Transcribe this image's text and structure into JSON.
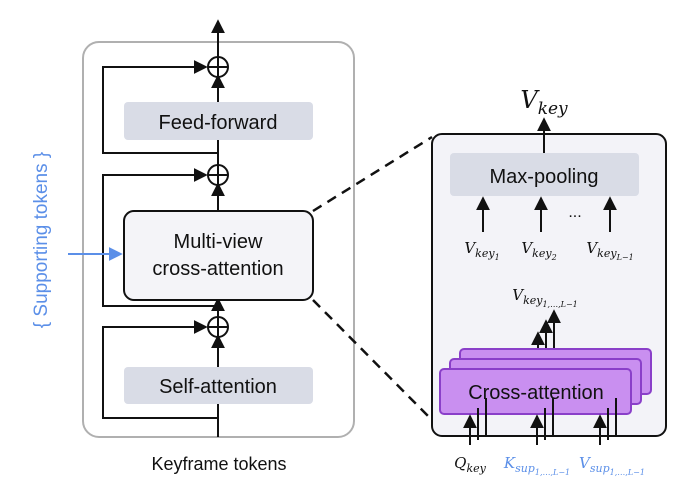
{
  "blocks": {
    "feed_forward": "Feed-forward",
    "multi_view_line1": "Multi-view",
    "multi_view_line2": "cross-attention",
    "self_attention": "Self-attention",
    "max_pooling": "Max-pooling",
    "cross_attention": "Cross-attention"
  },
  "labels": {
    "supporting_tokens": "{ Supporting tokens }",
    "keyframe_tokens": "Keyframe tokens",
    "ellipsis": "..."
  },
  "math": {
    "v_key": {
      "base": "V",
      "sub": "key"
    },
    "v_key_1": {
      "base": "V",
      "sub": "key",
      "subsub": "1"
    },
    "v_key_2": {
      "base": "V",
      "sub": "key",
      "subsub": "2"
    },
    "v_key_L1": {
      "base": "V",
      "sub": "key",
      "subsub": "L−1"
    },
    "v_key_all": {
      "base": "V",
      "sub": "key",
      "subsub": "1,…,L−1"
    },
    "q_key": {
      "base": "Q",
      "sub": "key"
    },
    "k_sup": {
      "base": "K",
      "sub": "sup",
      "subsub": "1,…,L−1"
    },
    "v_sup": {
      "base": "V",
      "sub": "sup",
      "subsub": "1,…,L−1"
    }
  },
  "colors": {
    "block_fill": "#d9dce6",
    "outline": "#111111",
    "panel_stroke": "#b0b0b0",
    "zoom_panel_fill": "#f3f3f8",
    "mv_fill": "#f4f4f8",
    "purple_fill": "#c98ff0",
    "purple_stroke": "#8a3fc9",
    "blue_text": "#5b8fe8"
  }
}
